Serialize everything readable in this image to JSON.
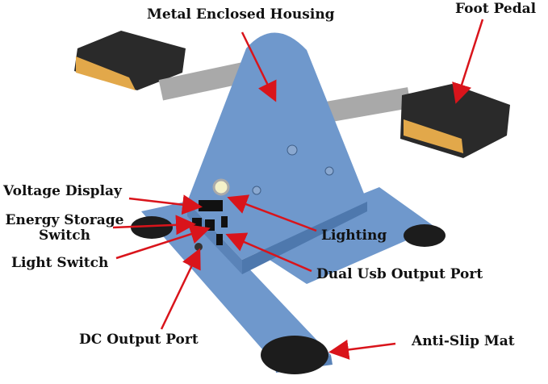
{
  "labels": {
    "metal_housing": "Metal Enclosed Housing",
    "foot_pedal": "Foot Pedal",
    "voltage_display": "Voltage Display",
    "energy_storage_line1": "Energy Storage",
    "energy_storage_line2": "Switch",
    "light_switch": "Light Switch",
    "lighting": "Lighting",
    "dual_usb": "Dual Usb Output Port",
    "dc_output": "DC Output Port",
    "anti_slip": "Anti-Slip Mat"
  },
  "colors": {
    "housing": "#6f98cc",
    "housing_dark": "#5a83b8",
    "arrow": "#d9141b",
    "pedal": "#2a2a2a",
    "reflector": "#e2a84a",
    "crank": "#a9a9a9",
    "foot_pad": "#1c1c1c"
  }
}
